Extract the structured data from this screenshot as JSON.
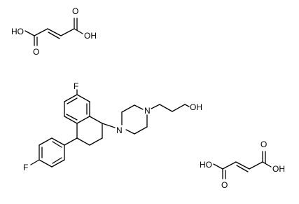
{
  "molecules": {
    "acid_top": {
      "oh_left": "HO",
      "oh_right": "OH",
      "o_left": "O",
      "o_right": "O"
    },
    "main": {
      "f_top": "F",
      "f_bottom": "F",
      "n_upper": "N",
      "n_lower": "N",
      "oh": "OH"
    },
    "acid_bottom": {
      "oh_left": "HO",
      "oh_right": "OH",
      "o_left": "O",
      "o_right": "O"
    }
  },
  "colors": {
    "bond": "#000000",
    "background": "#ffffff"
  }
}
